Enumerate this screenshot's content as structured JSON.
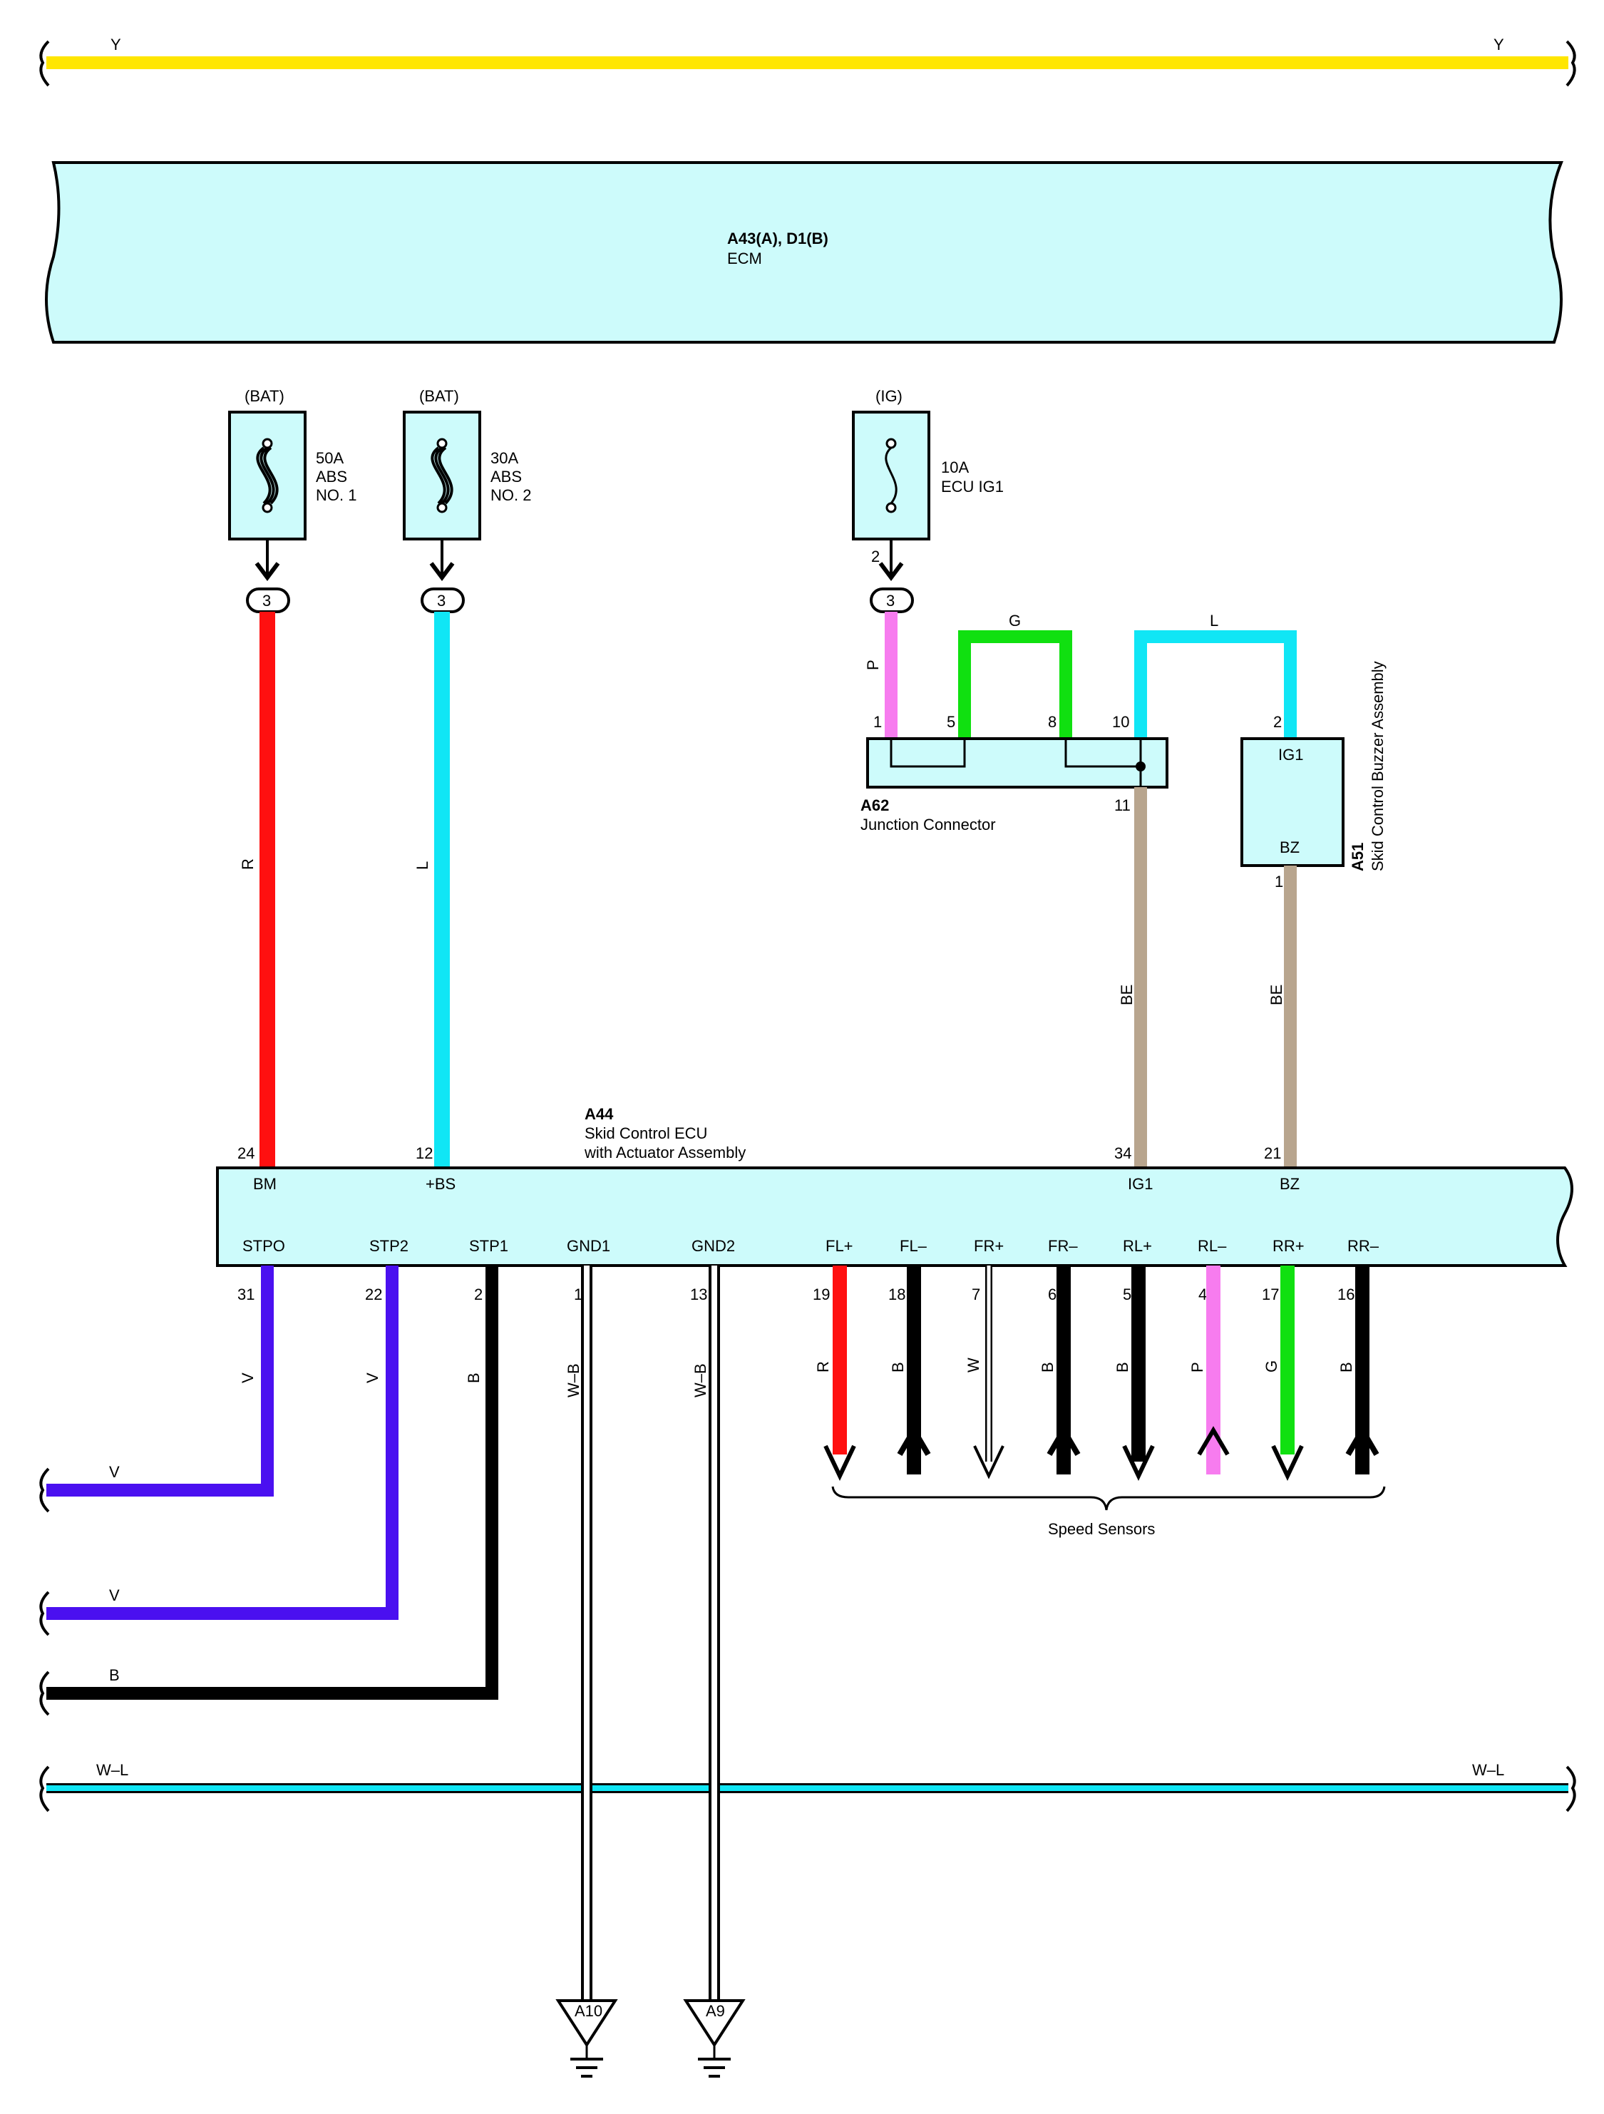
{
  "top_bus": {
    "left_label": "Y",
    "right_label": "Y",
    "color": "#ffe600"
  },
  "ecm": {
    "connector": "A43(A), D1(B)",
    "name": "ECM"
  },
  "fuses": [
    {
      "source": "(BAT)",
      "rating": "50A",
      "line1": "ABS",
      "line2": "NO. 1",
      "pin_out": "",
      "junction_pin": "3",
      "wire_color_code": "R",
      "wire_color": "#ff1010"
    },
    {
      "source": "(BAT)",
      "rating": "30A",
      "line1": "ABS",
      "line2": "NO. 2",
      "pin_out": "",
      "junction_pin": "3",
      "wire_color_code": "L",
      "wire_color": "#10e6f5"
    },
    {
      "source": "(IG)",
      "rating": "10A",
      "line1": "ECU IG1",
      "line2": "",
      "pin_out": "2",
      "junction_pin": "3",
      "wire_color_code": "P",
      "wire_color": "#f77cef"
    }
  ],
  "junction_connector": {
    "id": "A62",
    "name": "Junction Connector",
    "pins_top": [
      "1",
      "5",
      "8",
      "10"
    ],
    "pin_bottom": "11",
    "jumper_g_label": "G",
    "jumper_g_color": "#10e010",
    "jumper_l_label": "L",
    "jumper_l_color": "#10e6f5"
  },
  "buzzer": {
    "id": "A51",
    "name": "Skid Control Buzzer Assembly",
    "pin_top": "2",
    "terminal_top": "IG1",
    "terminal_bottom": "BZ",
    "pin_bottom": "1"
  },
  "be_wires": {
    "label": "BE",
    "color": "#b8a58e"
  },
  "ecu": {
    "id": "A44",
    "name_line1": "Skid Control ECU",
    "name_line2": "with Actuator Assembly",
    "top_terminals": [
      {
        "pin": "24",
        "name": "BM"
      },
      {
        "pin": "12",
        "name": "+BS"
      },
      {
        "pin": "34",
        "name": "IG1"
      },
      {
        "pin": "21",
        "name": "BZ"
      }
    ],
    "bottom_terminals": [
      {
        "name": "STPO",
        "pin": "31",
        "wire": "V"
      },
      {
        "name": "STP2",
        "pin": "22",
        "wire": "V"
      },
      {
        "name": "STP1",
        "pin": "2",
        "wire": "B"
      },
      {
        "name": "GND1",
        "pin": "1",
        "wire": "W–B"
      },
      {
        "name": "GND2",
        "pin": "13",
        "wire": "W–B"
      },
      {
        "name": "FL+",
        "pin": "19",
        "wire": "R"
      },
      {
        "name": "FL–",
        "pin": "18",
        "wire": "B"
      },
      {
        "name": "FR+",
        "pin": "7",
        "wire": "W"
      },
      {
        "name": "FR–",
        "pin": "6",
        "wire": "B"
      },
      {
        "name": "RL+",
        "pin": "5",
        "wire": "B"
      },
      {
        "name": "RL–",
        "pin": "4",
        "wire": "P"
      },
      {
        "name": "RR+",
        "pin": "17",
        "wire": "G"
      },
      {
        "name": "RR–",
        "pin": "16",
        "wire": "B"
      }
    ]
  },
  "stop_lines": [
    {
      "label": "V"
    },
    {
      "label": "V"
    },
    {
      "label": "B"
    }
  ],
  "wl_bus": {
    "left_label": "W–L",
    "right_label": "W–L"
  },
  "speed_sensors_label": "Speed Sensors",
  "grounds": [
    "A10",
    "A9"
  ]
}
